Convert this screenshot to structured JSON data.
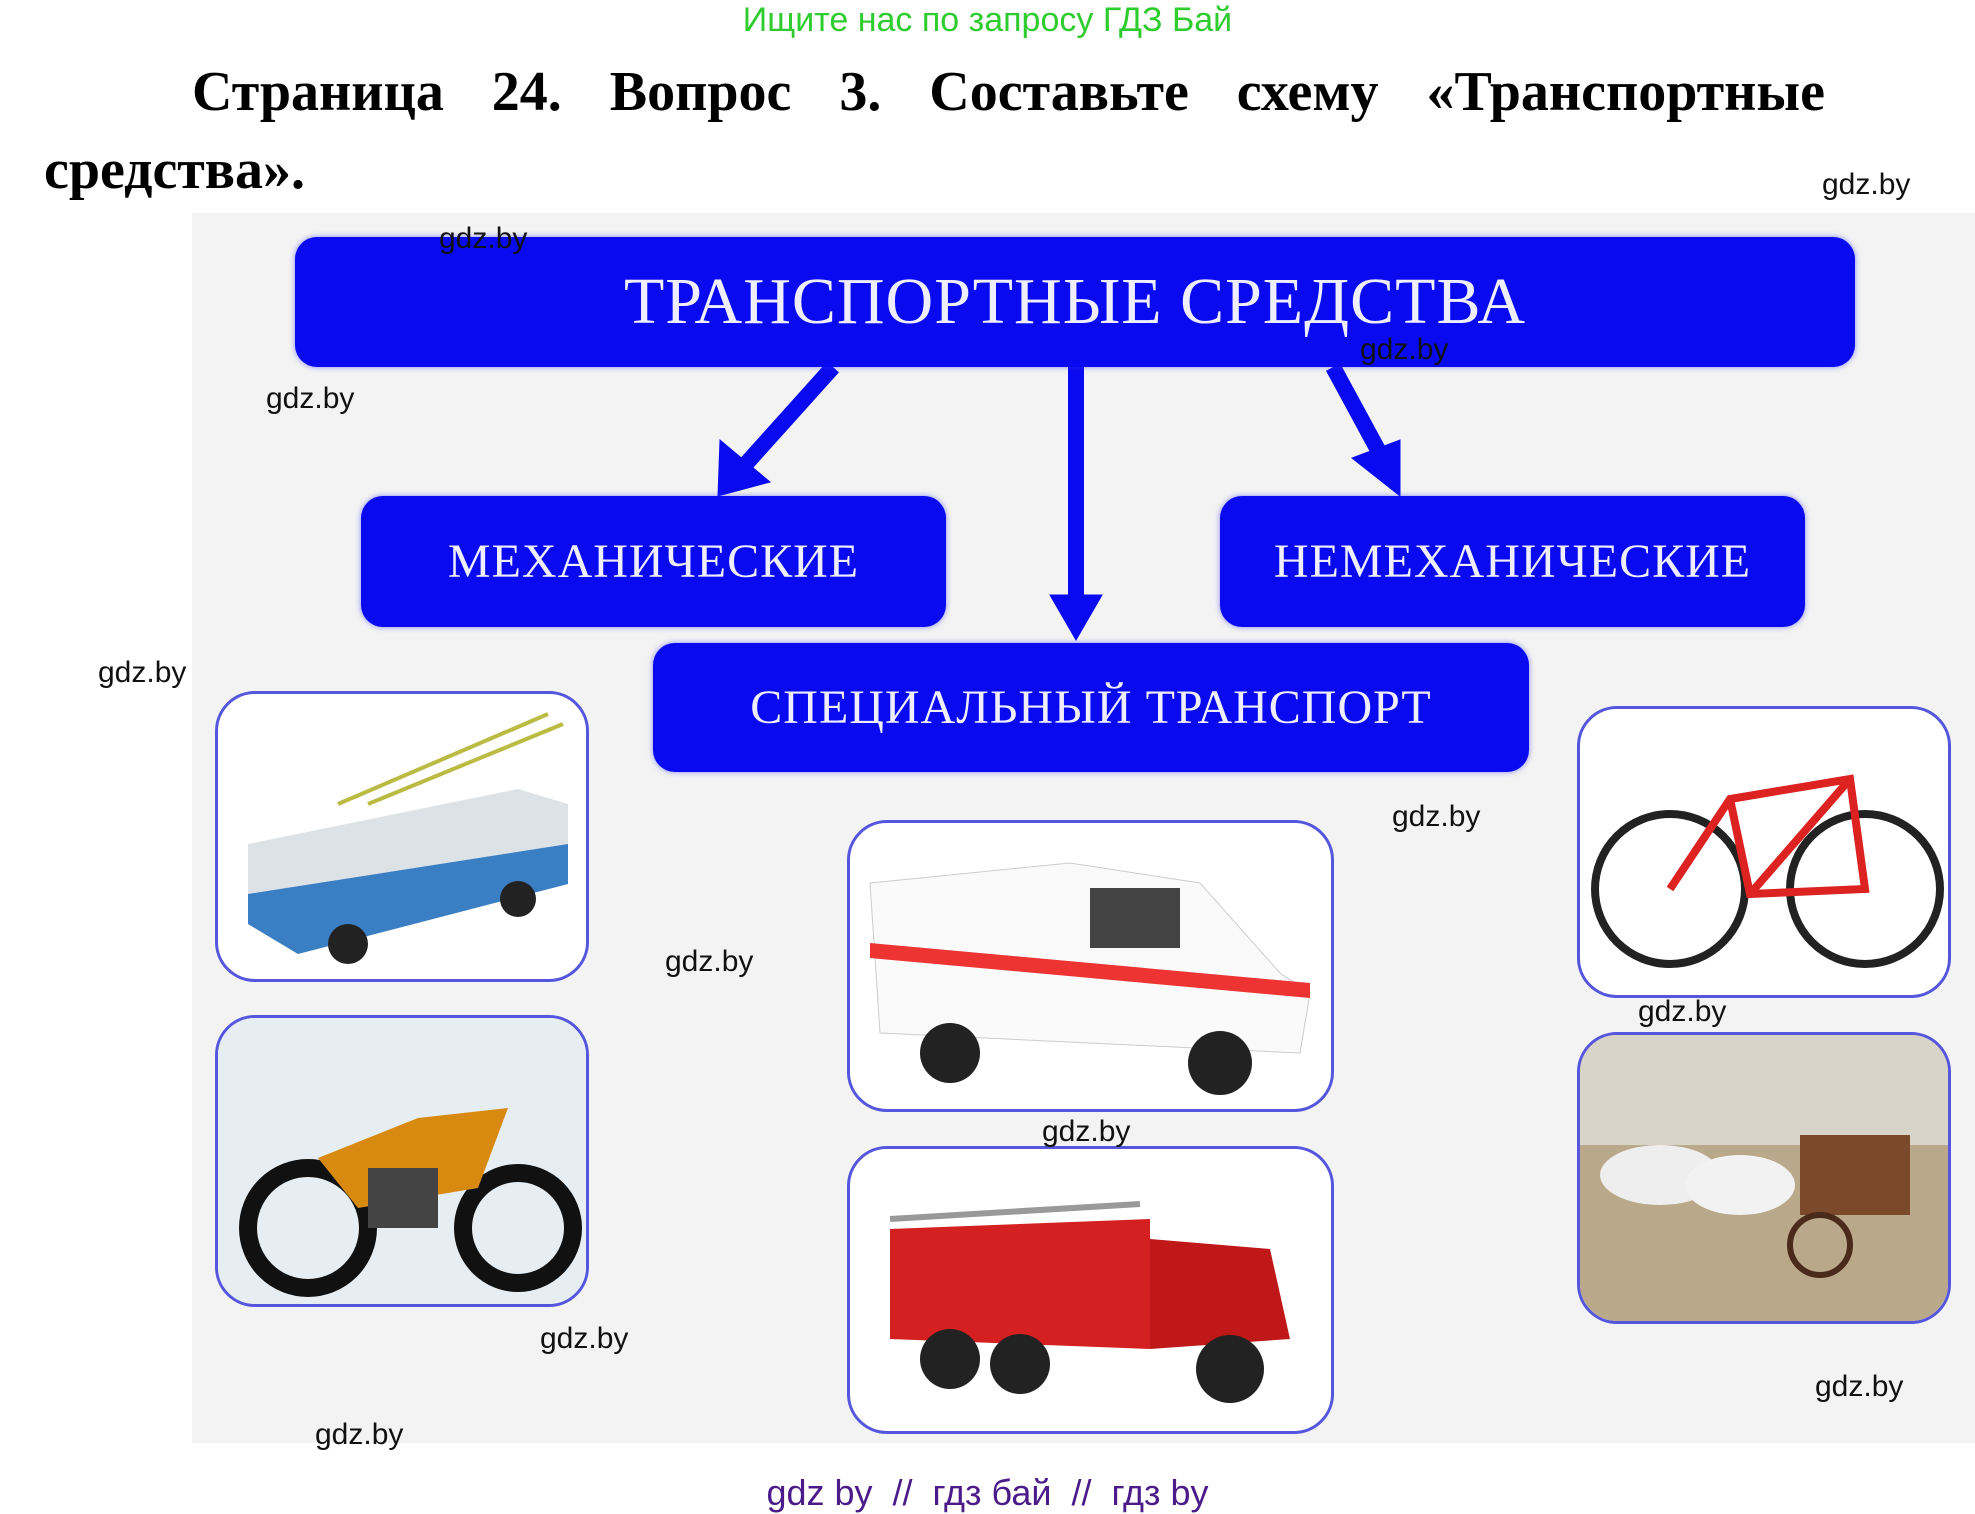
{
  "search_hint": "Ищите нас по запросу ГДЗ Бай",
  "title": {
    "line1": "Страница 24. Вопрос 3. Составьте схему «Транспортные",
    "line2": "средства»."
  },
  "diagram": {
    "main": "ТРАНСПОРТНЫЕ СРЕДСТВА",
    "mechanical": "МЕХАНИЧЕСКИЕ",
    "non_mechanical": "НЕМЕХАНИЧЕСКИЕ",
    "special": "СПЕЦИАЛЬНЫЙ ТРАНСПОРТ",
    "box_color": "#0a0af0",
    "images": [
      "trolleybus",
      "motorcycle",
      "ambulance",
      "fire-truck",
      "bicycle",
      "horse-carriage"
    ]
  },
  "watermark": "gdz.by",
  "footer": "gdz by  //  гдз бай  //  гдз by"
}
